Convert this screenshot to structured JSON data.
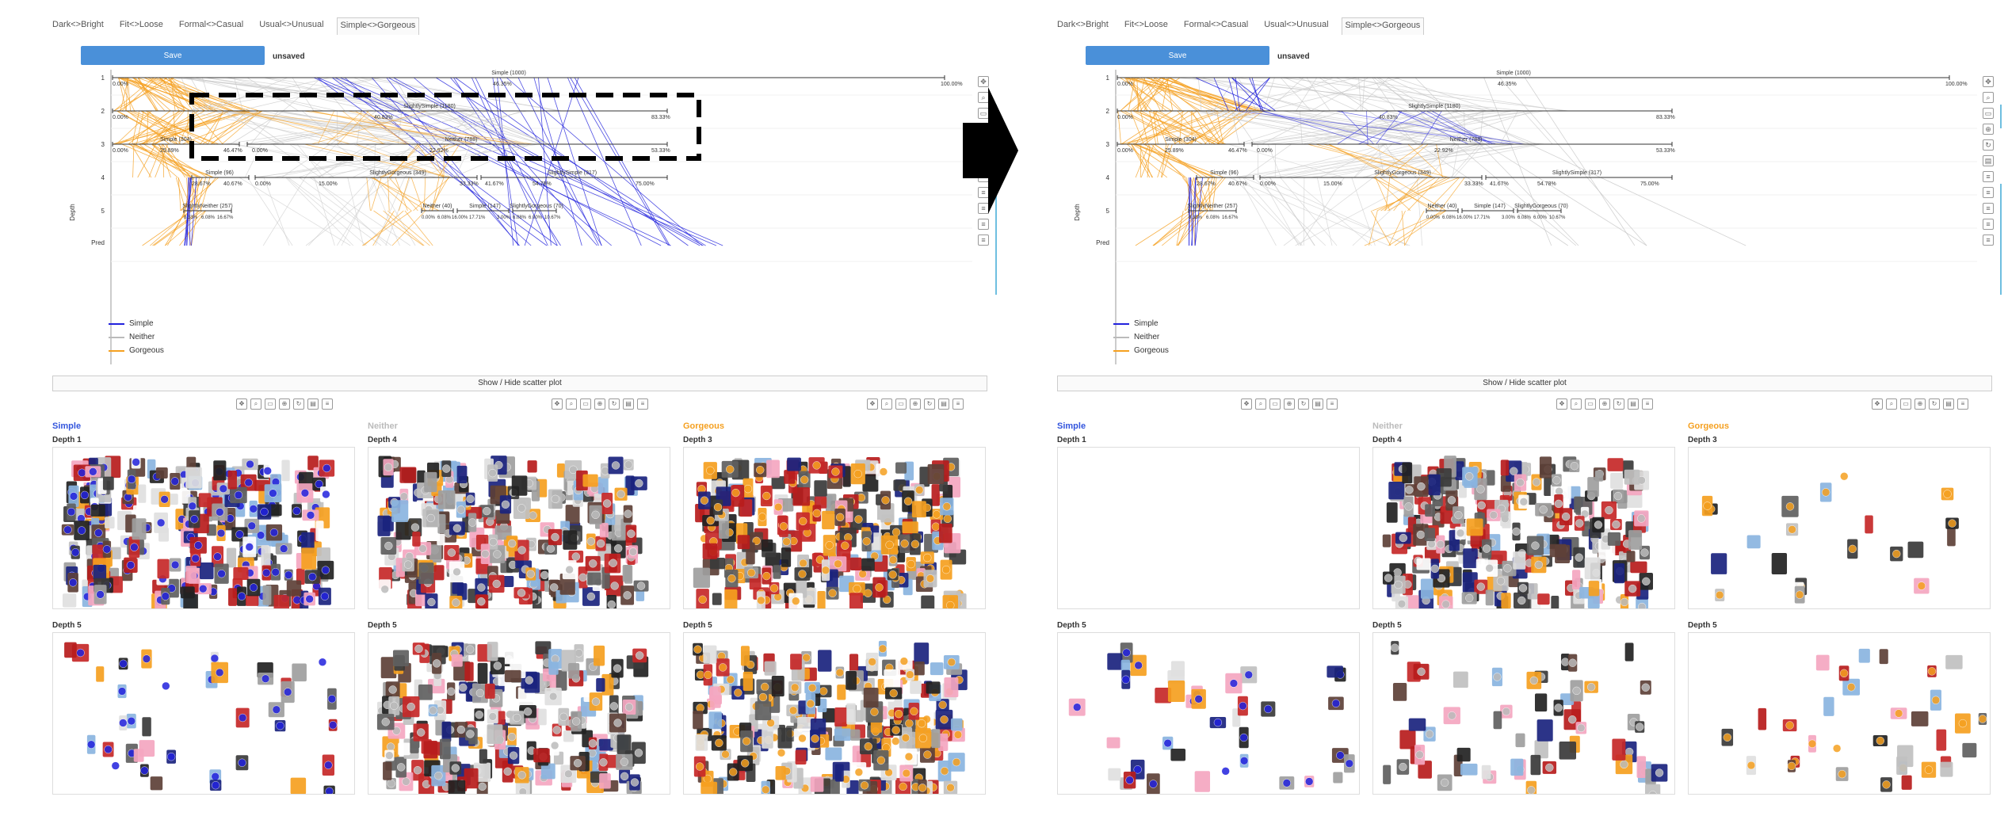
{
  "tabs": [
    "Dark<>Bright",
    "Fit<>Loose",
    "Formal<>Casual",
    "Usual<>Unusual",
    "Simple<>Gorgeous"
  ],
  "active_tab": 4,
  "save_label": "Save",
  "status_text": "unsaved",
  "show_hide_label": "Show / Hide scatter plot",
  "y_axis_label": "Depth",
  "depth_labels": [
    "1",
    "2",
    "3",
    "4",
    "5",
    "Pred"
  ],
  "node_labels": {
    "root": "Simple (1000)",
    "d2": "SlightlySimple (1180)",
    "d3_left": "Simple (304)",
    "d3_mid": "Neither (788)",
    "d4_a": "Simple (96)",
    "d4_b": "SlightlyGorgeous (349)",
    "d4_c": "SlightlySimple (317)",
    "d5_a": "SlightlyNeither (257)",
    "d5_b": "Neither (40)",
    "d5_c": "Simple (147)",
    "d5_d": "SlightlyGorgeous (70)"
  },
  "tick_labels": {
    "root": [
      "0.00%",
      "46.35%",
      "100.00%"
    ],
    "d2": [
      "0.00%",
      "40.83%",
      "83.33%"
    ],
    "d3": [
      "0.00%",
      "25.89%",
      "46.47%",
      "0.00%",
      "22.92%",
      "53.33%"
    ],
    "d4": [
      "28.67%",
      "40.67%",
      "0.00%",
      "15.00%",
      "33.33%",
      "41.67%",
      "54.78%",
      "75.00%"
    ],
    "d5": [
      "8.33%",
      "6.08%",
      "16.67%",
      "0.00%",
      "6.08%",
      "16.00%",
      "17.71%",
      "3.00%",
      "6.08%",
      "6.00%",
      "10.67%"
    ]
  },
  "legend": [
    {
      "label": "Simple",
      "color": "#2222dd"
    },
    {
      "label": "Neither",
      "color": "#bbbbbb"
    },
    {
      "label": "Gorgeous",
      "color": "#f5a020"
    }
  ],
  "columns": [
    {
      "title": "Simple",
      "color": "#3355dd"
    },
    {
      "title": "Neither",
      "color": "#bbbbbb"
    },
    {
      "title": "Gorgeous",
      "color": "#f5a020"
    }
  ],
  "cells": {
    "r1": [
      "Depth 1",
      "Depth 4",
      "Depth 3"
    ],
    "r2": [
      "Depth 5",
      "Depth 5",
      "Depth 5"
    ]
  },
  "colors": {
    "blue": "#2222dd",
    "orange": "#f5a020",
    "gray": "#c8c8c8",
    "button": "#4a90d9"
  }
}
